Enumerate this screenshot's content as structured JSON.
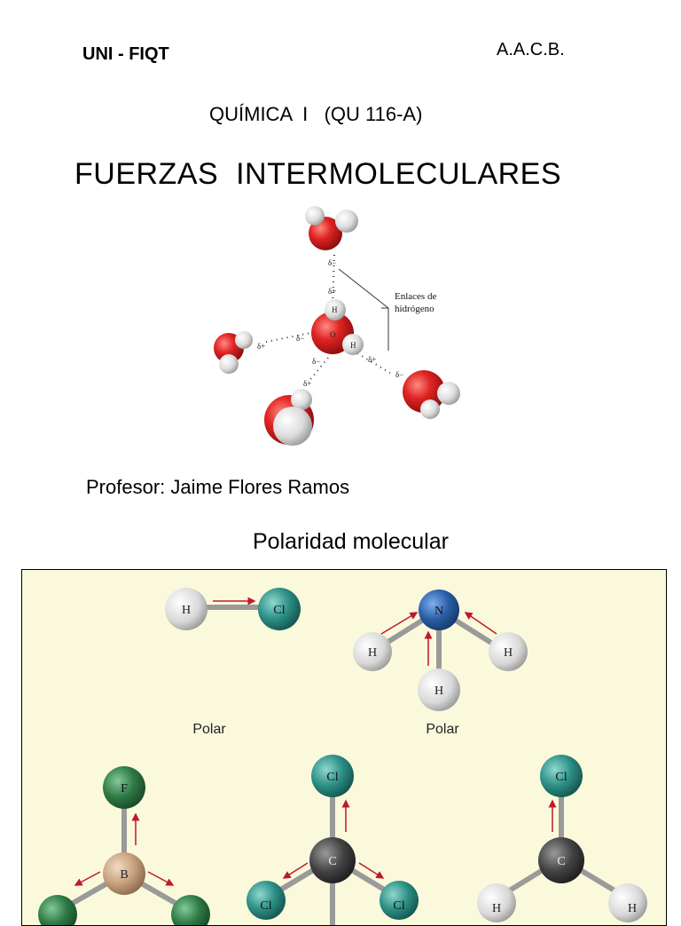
{
  "header": {
    "institution": "UNI - FIQT",
    "author_initials": "A.A.C.B.",
    "course": "QUÍMICA  I   (QU 116-A)",
    "title": "FUERZAS  INTERMOLECULARES"
  },
  "water_figure": {
    "label_line1": "Enlaces de",
    "label_line2": "hidrógeno",
    "delta_plus": "δ+",
    "delta_minus": "δ−",
    "atom_h": "H",
    "atom_o": "O"
  },
  "professor": "Profesor: Jaime Flores Ramos",
  "section_title": "Polaridad molecular",
  "polarity_panel": {
    "atoms": {
      "h": "H",
      "cl": "Cl",
      "n": "N",
      "f": "F",
      "b": "B",
      "c": "C"
    },
    "label_hcl": "Polar",
    "label_nh3": "Polar"
  },
  "colors": {
    "panel_bg": "#fbf9dc",
    "oxygen": "#d42020",
    "hydrogen": "#e8e8e8",
    "chlorine": "#2c8f86",
    "nitrogen": "#2a5fa8",
    "fluorine": "#2e7a45",
    "boron": "#c9a27e",
    "carbon": "#444444",
    "dipole_arrow": "#c0182a"
  }
}
